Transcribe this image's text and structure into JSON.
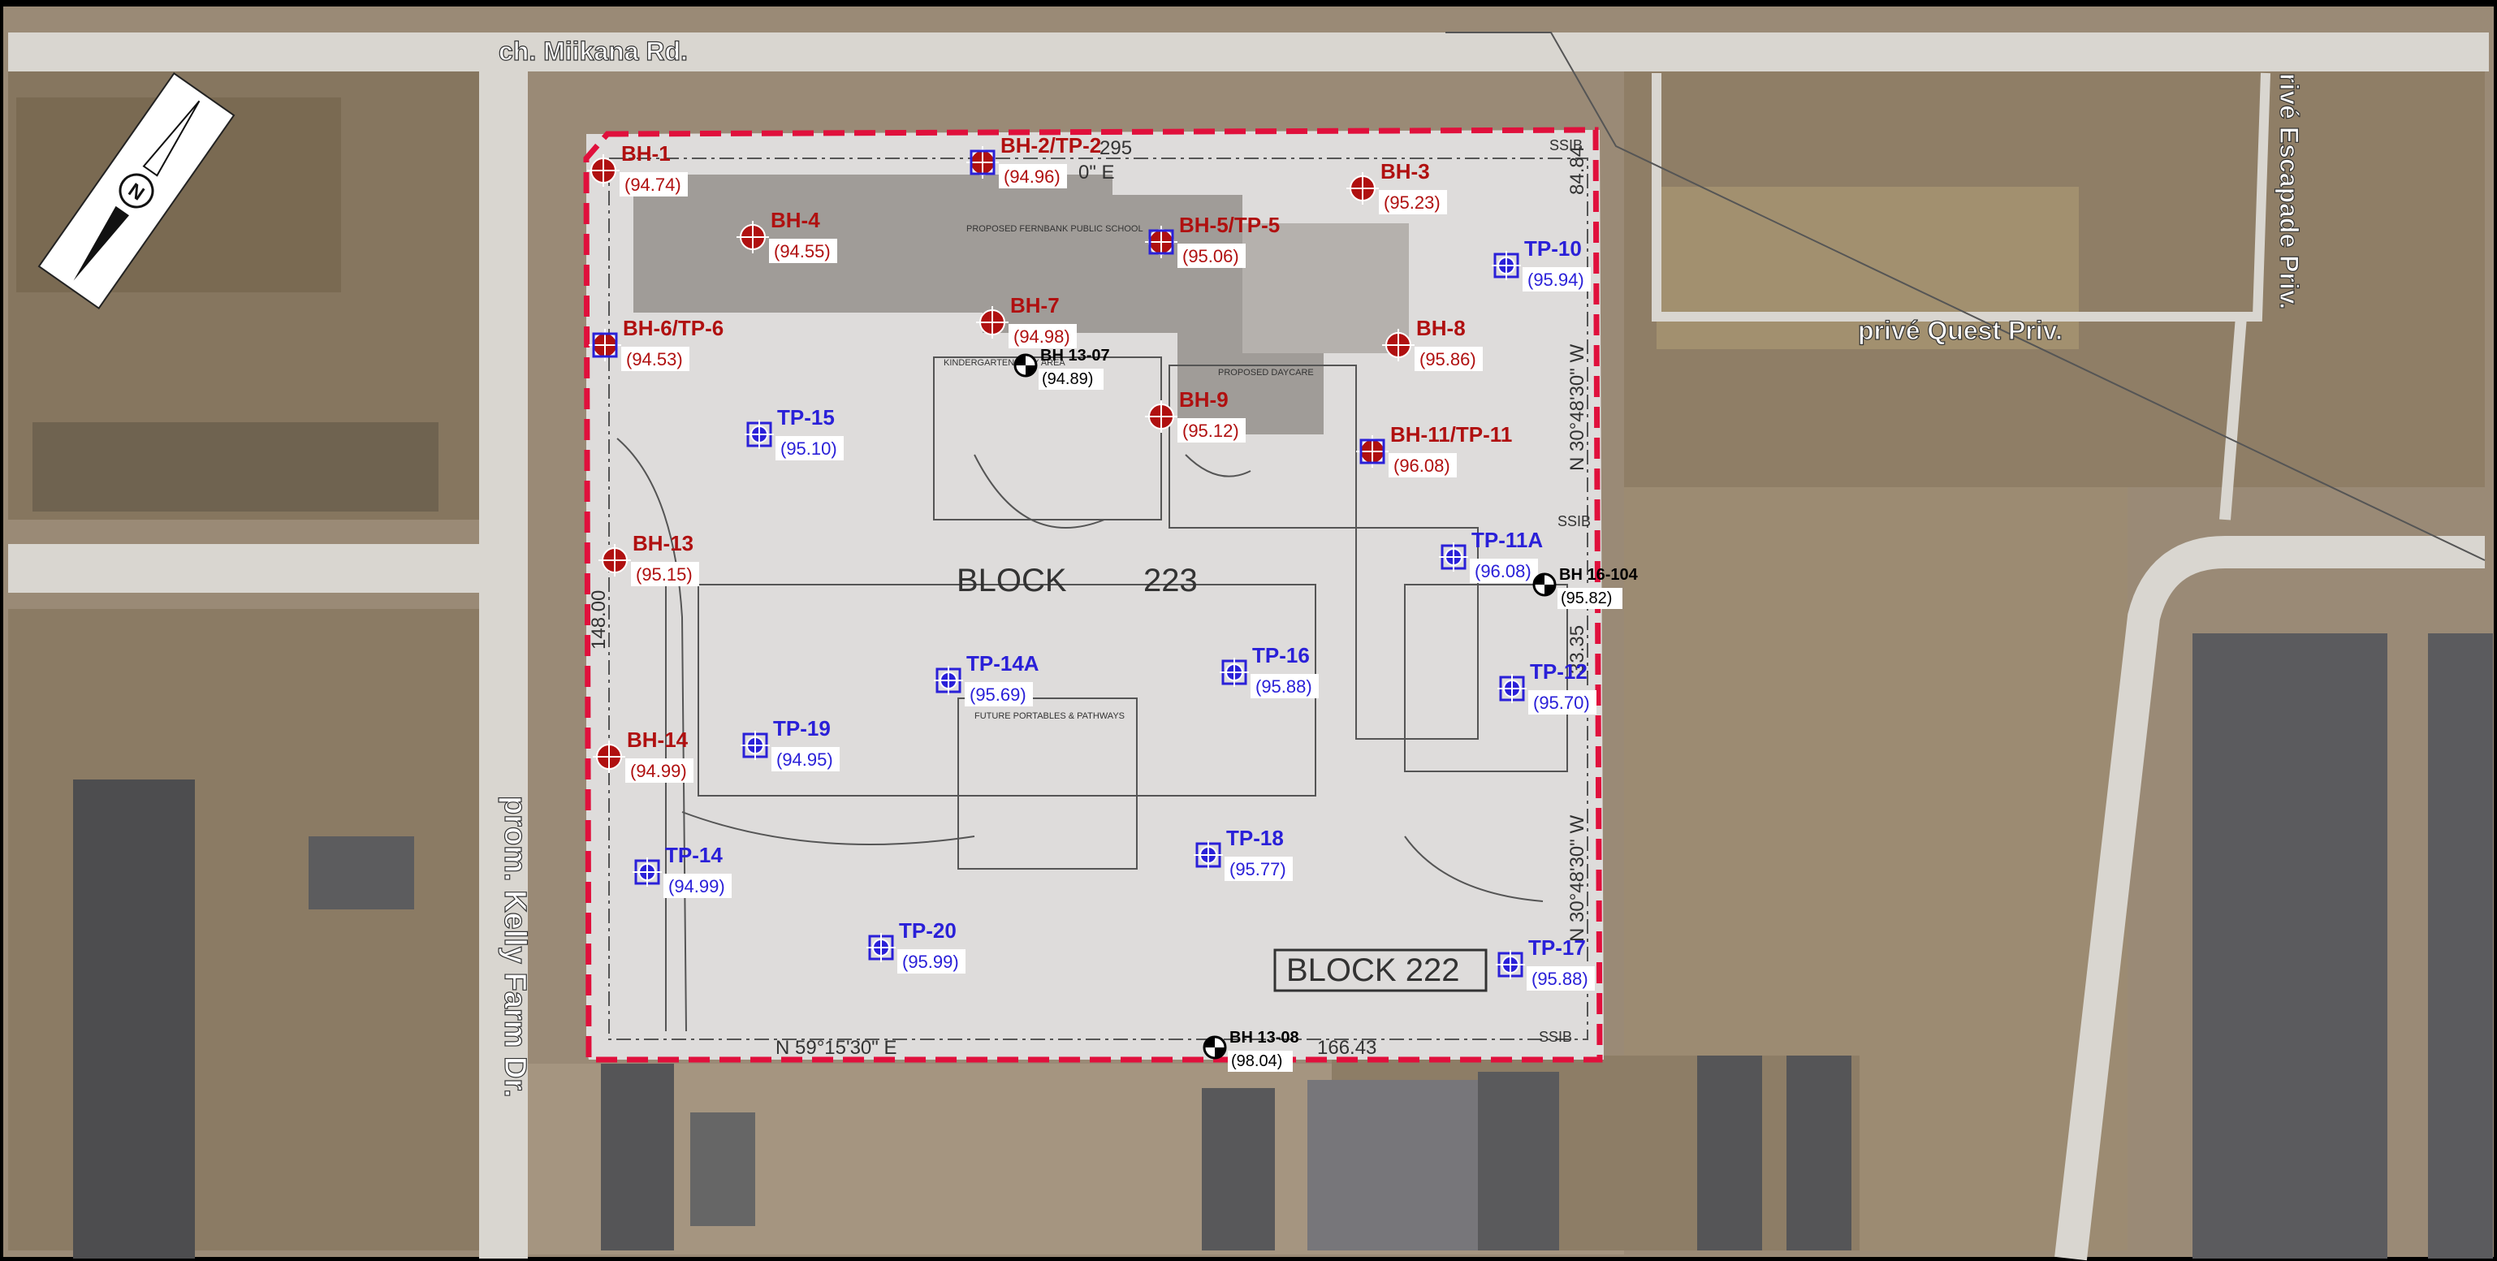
{
  "roads": {
    "miikana": "ch. Miikana Rd.",
    "kelly_farm": "prom. Kelly Farm Dr.",
    "quest": "privé Quest Priv.",
    "escapade": "rivé Escapade Priv."
  },
  "blocks": {
    "block_223_word": "BLOCK",
    "block_223_num": "223",
    "block_222": "BLOCK 222"
  },
  "plan_annotations": {
    "bearing_bottom": "N 59°15'30\" E",
    "dim_bottom": "166.43",
    "bearing_right_top": "N 30°48'30\" W",
    "dim_right_top": "84.84",
    "bearing_right_bottom": "N 30°48'30\" W",
    "dim_right_mid": "33.35",
    "dim_left": "148.00",
    "top_partial": "295",
    "top_bearing_partial": "0\" E",
    "ssib_top": "SSIB",
    "ssib_mid": "SSIB",
    "ssib_bottom": "SSIB",
    "school_label": "PROPOSED FERNBANK PUBLIC SCHOOL",
    "daycare_label": "PROPOSED DAYCARE",
    "play_area": "KINDERGARTEN PLAY AREA",
    "portables": "FUTURE PORTABLES & PATHWAYS"
  },
  "colors": {
    "bh": "#b01010",
    "tp": "#2a20d8",
    "hist": "#000000",
    "site_boundary": "#e0103c"
  },
  "north_arrow": {
    "icon": "north-arrow-icon",
    "letter": "N"
  },
  "borings": [
    {
      "id": "BH-1",
      "elev": "(94.74)",
      "type": "bh"
    },
    {
      "id": "BH-2/TP-2",
      "elev": "(94.96)",
      "type": "bhtp"
    },
    {
      "id": "BH-3",
      "elev": "(95.23)",
      "type": "bh"
    },
    {
      "id": "BH-4",
      "elev": "(94.55)",
      "type": "bh"
    },
    {
      "id": "BH-5/TP-5",
      "elev": "(95.06)",
      "type": "bhtp"
    },
    {
      "id": "TP-10",
      "elev": "(95.94)",
      "type": "tp"
    },
    {
      "id": "BH-7",
      "elev": "(94.98)",
      "type": "bh"
    },
    {
      "id": "BH-6/TP-6",
      "elev": "(94.53)",
      "type": "bhtp"
    },
    {
      "id": "BH-8",
      "elev": "(95.86)",
      "type": "bh"
    },
    {
      "id": "BH 13-07",
      "elev": "(94.89)",
      "type": "hist"
    },
    {
      "id": "BH-9",
      "elev": "(95.12)",
      "type": "bh"
    },
    {
      "id": "TP-15",
      "elev": "(95.10)",
      "type": "tp"
    },
    {
      "id": "BH-11/TP-11",
      "elev": "(96.08)",
      "type": "bhtp"
    },
    {
      "id": "BH-13",
      "elev": "(95.15)",
      "type": "bh"
    },
    {
      "id": "TP-11A",
      "elev": "(96.08)",
      "type": "tp"
    },
    {
      "id": "BH 16-104",
      "elev": "(95.82)",
      "type": "hist"
    },
    {
      "id": "TP-14A",
      "elev": "(95.69)",
      "type": "tp"
    },
    {
      "id": "TP-16",
      "elev": "(95.88)",
      "type": "tp"
    },
    {
      "id": "TP-12",
      "elev": "(95.70)",
      "type": "tp"
    },
    {
      "id": "BH-14",
      "elev": "(94.99)",
      "type": "bh"
    },
    {
      "id": "TP-19",
      "elev": "(94.95)",
      "type": "tp"
    },
    {
      "id": "TP-14",
      "elev": "(94.99)",
      "type": "tp"
    },
    {
      "id": "TP-18",
      "elev": "(95.77)",
      "type": "tp"
    },
    {
      "id": "TP-20",
      "elev": "(95.99)",
      "type": "tp"
    },
    {
      "id": "TP-17",
      "elev": "(95.88)",
      "type": "tp"
    },
    {
      "id": "BH 13-08",
      "elev": "(98.04)",
      "type": "hist"
    }
  ]
}
